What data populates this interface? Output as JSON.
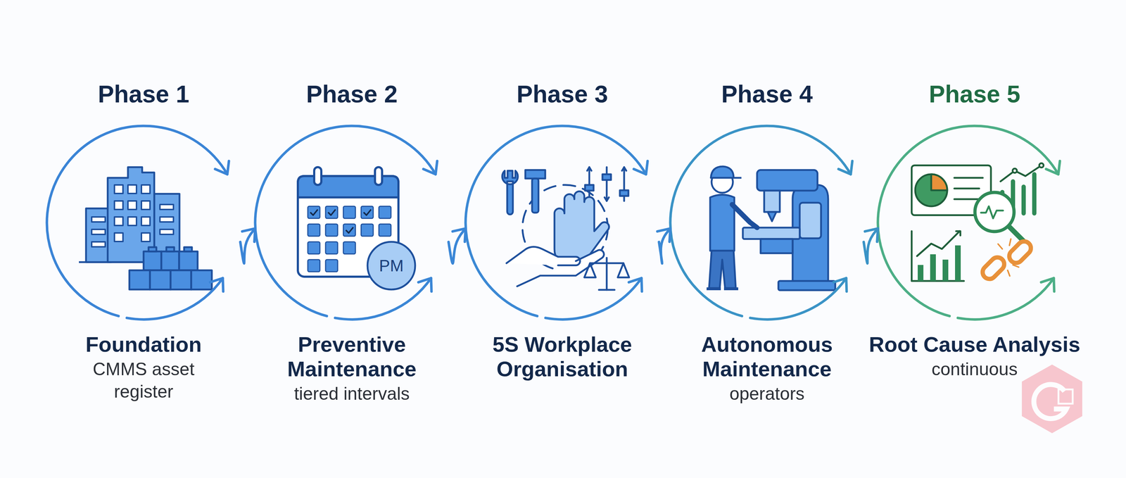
{
  "diagram": {
    "nodes": [
      {
        "text": [
          "Phase 1",
          "Foundation",
          "CMMS asset register"
        ]
      },
      {
        "text": [
          "Phase 2",
          "Preventive Maintenance",
          "tiered intervals"
        ]
      },
      {
        "text": [
          "Phase 3",
          "5S Workplace Organisation"
        ]
      },
      {
        "text": [
          "Phase 4",
          "Autonomous Maintenance",
          "operators"
        ]
      },
      {
        "text": [
          "Phase 5",
          "Root Cause Analysis",
          "continuous"
        ]
      }
    ],
    "edges": [
      {
        "from": 0,
        "to": 1,
        "arrow": "to"
      },
      {
        "from": 1,
        "to": 2,
        "arrow": "to"
      },
      {
        "from": 2,
        "to": 3,
        "arrow": "to"
      },
      {
        "from": 3,
        "to": 4,
        "arrow": "to"
      }
    ],
    "labels": [
      "PM"
    ]
  }
}
